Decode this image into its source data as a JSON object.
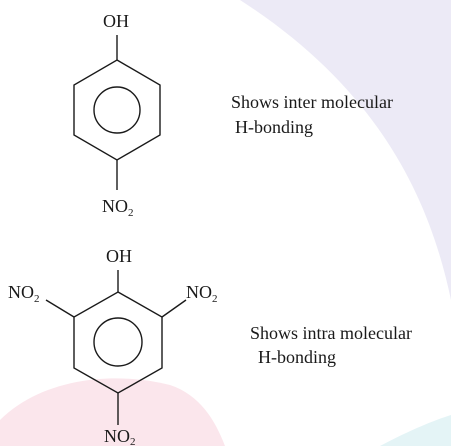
{
  "molecule_1": {
    "top_group": "OH",
    "bottom_group_main": "NO",
    "bottom_group_sub": "2",
    "caption_line_1": "Shows inter molecular",
    "caption_line_2": "H-bonding"
  },
  "molecule_2": {
    "top_group": "OH",
    "left_group_main": "NO",
    "left_group_sub": "2",
    "right_group_main": "NO",
    "right_group_sub": "2",
    "bottom_group_main": "NO",
    "bottom_group_sub": "2",
    "caption_line_1": "Shows intra molecular",
    "caption_line_2": "H-bonding"
  },
  "colors": {
    "ink": "#1a1a1a",
    "watermark_lavender": "#eceaf6",
    "watermark_pink": "#fbe6ec",
    "watermark_cyan": "#e4f4f6"
  }
}
